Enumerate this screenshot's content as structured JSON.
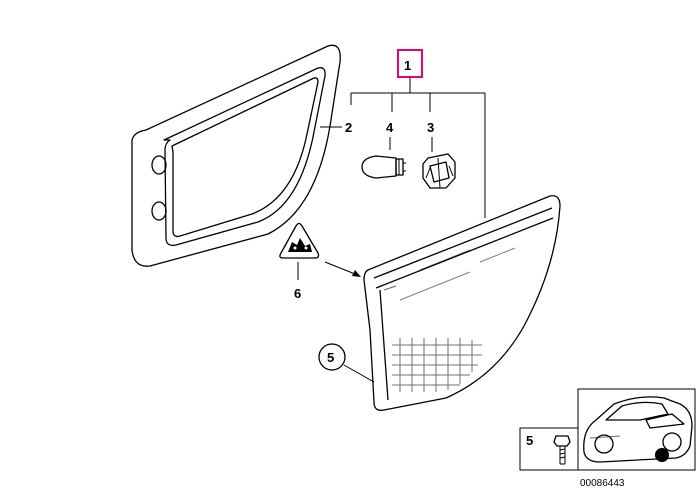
{
  "callouts": {
    "part_1": "1",
    "part_2": "2",
    "part_3": "3",
    "part_4": "4",
    "part_5": "5",
    "part_6": "6",
    "inset_part_5": "5"
  },
  "inset": {
    "diagram_number": "00086443"
  },
  "colors": {
    "highlight_box": "#e6007e",
    "line": "#000000",
    "background": "#ffffff"
  }
}
